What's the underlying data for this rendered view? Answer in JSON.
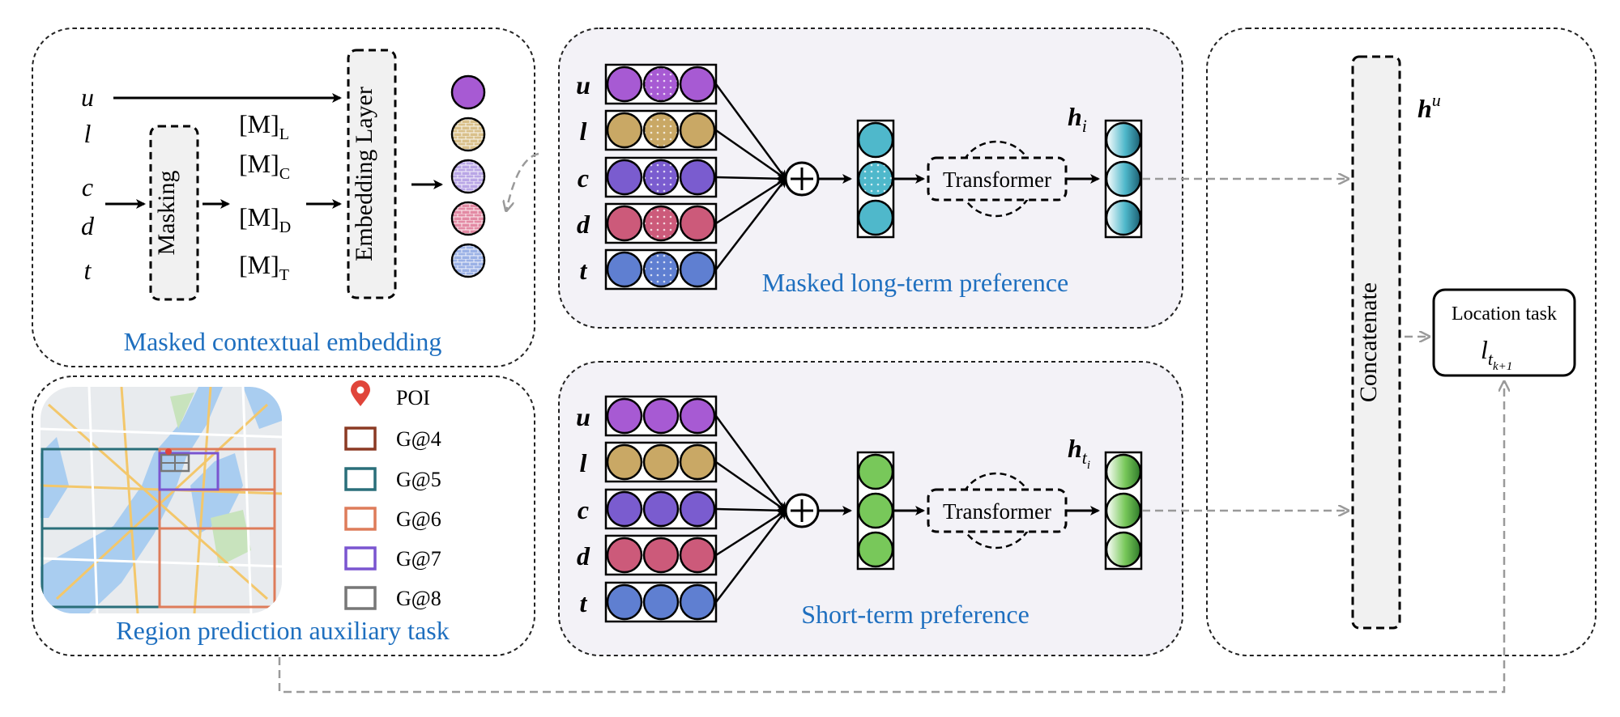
{
  "panels": {
    "embedding": {
      "caption": "Masked contextual embedding",
      "inputs": [
        "u",
        "l",
        "c",
        "d",
        "t"
      ],
      "masking_label": "Masking",
      "mask_tokens": [
        {
          "main": "[M]",
          "sub": "L"
        },
        {
          "main": "[M]",
          "sub": "C"
        },
        {
          "main": "[M]",
          "sub": "D"
        },
        {
          "main": "[M]",
          "sub": "T"
        }
      ],
      "embedding_layer_label": "Embedding Layer"
    },
    "region": {
      "caption": "Region prediction auxiliary task",
      "legend": [
        {
          "label": "POI",
          "color": "#e0453a",
          "kind": "pin"
        },
        {
          "label": "G@4",
          "color": "#8b3a24",
          "kind": "box"
        },
        {
          "label": "G@5",
          "color": "#2a6f7a",
          "kind": "box"
        },
        {
          "label": "G@6",
          "color": "#de7c5a",
          "kind": "box"
        },
        {
          "label": "G@7",
          "color": "#7a55d0",
          "kind": "box"
        },
        {
          "label": "G@8",
          "color": "#777777",
          "kind": "box"
        }
      ]
    },
    "long_term": {
      "caption": "Masked long-term preference",
      "rows": [
        "u",
        "l",
        "c",
        "d",
        "t"
      ],
      "transformer_label": "Transformer",
      "hidden_label": "h",
      "hidden_sub": "i"
    },
    "short_term": {
      "caption": "Short-term preference",
      "rows": [
        "u",
        "l",
        "c",
        "d",
        "t"
      ],
      "transformer_label": "Transformer",
      "hidden_label": "h",
      "hidden_sub_main": "t",
      "hidden_sub_sub": "i"
    },
    "output": {
      "concat_label": "Concatenate",
      "hu_label": "h",
      "hu_sup": "u",
      "location_task_label": "Location task",
      "location_var": "l",
      "location_sub": "t",
      "location_subsub": "k+1"
    }
  },
  "colors": {
    "u": "#a75ad3",
    "l": "#c9a865",
    "c": "#7a5ccf",
    "d": "#cc5a7a",
    "t": "#5f7fd1",
    "long_hidden": "#4fb8cb",
    "short_hidden": "#78c85a",
    "panel_bg": "#f3f2f7",
    "caption_blue": "#1e6fbf",
    "dash_gray": "#9a9a9a"
  },
  "small_circle_colors": [
    "#a75ad3",
    "#d9c08a",
    "#b9a6e6",
    "#e38aa4",
    "#9bb1e6"
  ]
}
